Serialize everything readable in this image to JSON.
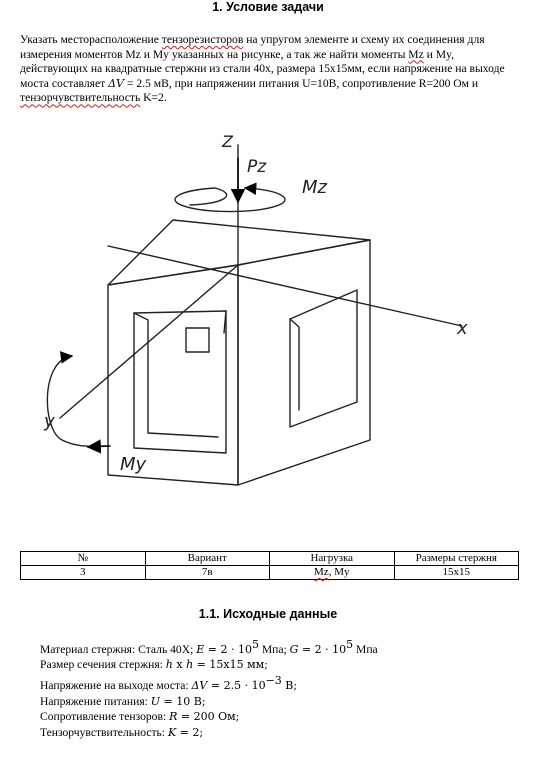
{
  "heading": "1.  Условие задачи",
  "intro": {
    "t1": "Указать месторасположение ",
    "t2": "тензорезисторов",
    "t3": " на упругом элементе и схему их соединения для измерения моментов Mz и My указанных на рисунке, а так же найти моменты ",
    "t4": "Mz",
    "t5": " и My, действующих на квадратные стержни из стали 40х, размера 15х15мм, если напряжение на выходе моста составляет ",
    "t6": "ΔV",
    "t7": " = 2.5 мВ, при напряжении питания U=10В, сопротивление R=200 Ом и ",
    "t8": "тензорчувствительность",
    "t9": " K=2."
  },
  "figure": {
    "axis_z": "Z",
    "axis_x": "x",
    "axis_y": "y",
    "force_pz": "Pz",
    "moment_mz": "Mz",
    "moment_my": "My"
  },
  "table": {
    "headers": [
      "№",
      "Вариант",
      "Нагрузка",
      "Размеры стержня"
    ],
    "row": {
      "num": "3",
      "variant": "7в",
      "load_a": "Mz",
      "load_b": ", My",
      "size": "15x15"
    }
  },
  "section": "1.1. Исходные данные",
  "data_lines": {
    "l1_label": "Материал стержня: Сталь 40Х; ",
    "l1_e": "E",
    "l1_e_val": " = 2 · 10",
    "l1_e_exp": "5",
    "l1_e_unit": " Мпа; ",
    "l1_g": "G",
    "l1_g_val": " = 2 · 10",
    "l1_g_exp": "5",
    "l1_g_unit": " Мпа",
    "l2_label": "Размер сечения стержня: ",
    "l2_h1": "h",
    "l2_x": " x ",
    "l2_h2": "h",
    "l2_val": " = 15x15 мм;",
    "l3_label": "Напряжение на выходе моста: ",
    "l3_sym": "ΔV",
    "l3_val": " = 2.5 · 10",
    "l3_exp": "−3",
    "l3_unit": " В;",
    "l4_label": "Напряжение питания: ",
    "l4_sym": "U",
    "l4_val": " = 10 В;",
    "l5_label": "Сопротивление тензоров: ",
    "l5_sym": "R",
    "l5_val": " = 200 Ом;",
    "l6_label": "Тензорчувствительность: ",
    "l6_sym": "K",
    "l6_val": " = 2;"
  }
}
